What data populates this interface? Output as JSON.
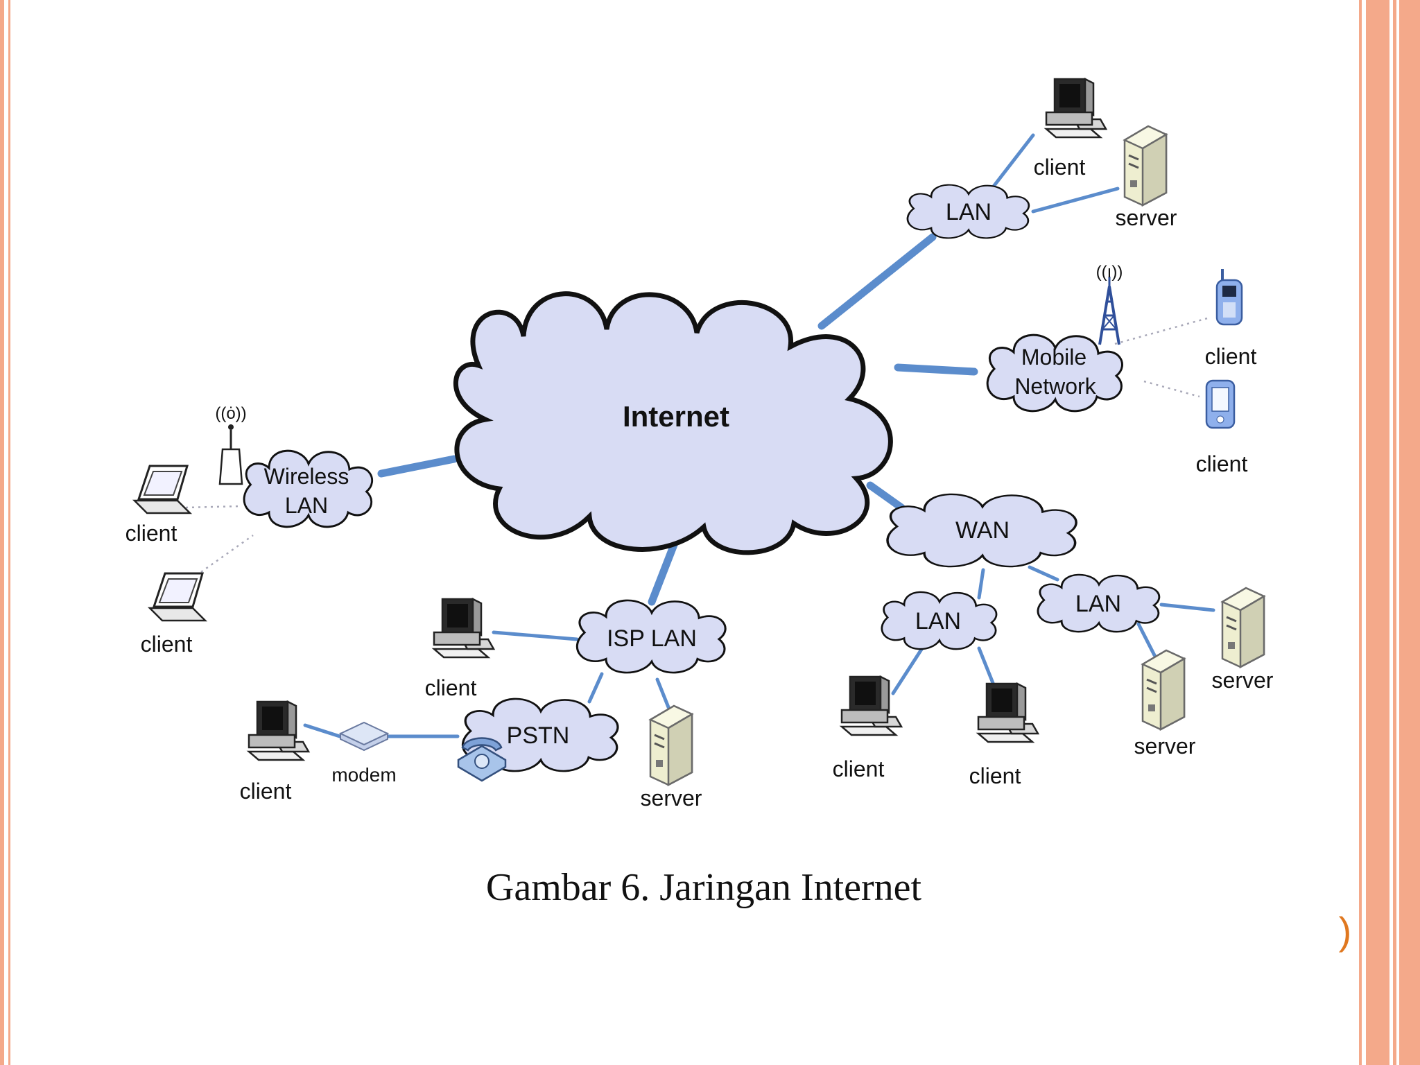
{
  "slide": {
    "border_color": "#f4a98a",
    "caption": "Gambar 6. Jaringan Internet",
    "page_mark": ")"
  },
  "colors": {
    "cloud_fill": "#d8dcf4",
    "cloud_stroke": "#111111",
    "link": "#5b8ccc",
    "wireless_dots": "#a8a8b8"
  },
  "diagram": {
    "internet": "Internet",
    "clouds": {
      "lan_top": "LAN",
      "mobile_1": "Mobile",
      "mobile_2": "Network",
      "wireless_1": "Wireless",
      "wireless_2": "LAN",
      "wan": "WAN",
      "isp": "ISP LAN",
      "pstn": "PSTN",
      "lan_wan_left": "LAN",
      "lan_wan_right": "LAN"
    },
    "devices": {
      "lan_top_client": "client",
      "lan_top_server": "server",
      "mobile_client_1": "client",
      "mobile_client_2": "client",
      "wireless_client_1": "client",
      "wireless_client_2": "client",
      "isp_client": "client",
      "isp_server": "server",
      "pstn_client": "client",
      "pstn_modem": "modem",
      "wan_left_client_1": "client",
      "wan_left_client_2": "client",
      "wan_right_server_1": "server",
      "wan_right_server_2": "server"
    },
    "icons": [
      "desktop-computer-icon",
      "server-tower-icon",
      "laptop-icon",
      "cell-tower-icon",
      "mobile-phone-icon",
      "pda-icon",
      "wireless-router-icon",
      "modem-icon",
      "telephone-icon"
    ]
  }
}
